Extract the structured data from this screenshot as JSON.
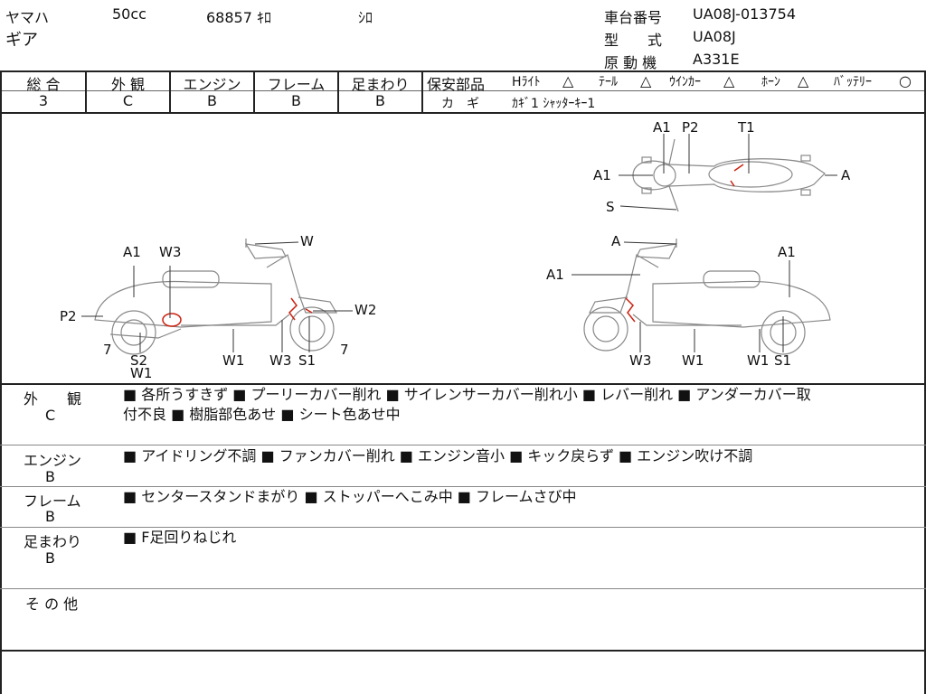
{
  "header": {
    "maker": "ヤマハ",
    "model": "ギア",
    "cc": "50cc",
    "mileage": "68857 ｷﾛ",
    "color": "ｼﾛ",
    "frame_no_label": "車台番号",
    "frame_no": "UA08J-013754",
    "type_label": "型　　式",
    "type_value": "UA08J",
    "engine_label": "原 動 機",
    "engine_value": "A331E"
  },
  "grades": {
    "overall_label": "総 合",
    "overall": "3",
    "exterior_label": "外 観",
    "exterior": "C",
    "engine_label": "エンジン",
    "engine": "B",
    "frame_label": "フレーム",
    "frame": "B",
    "suspension_label": "足まわり",
    "suspension": "B"
  },
  "safety": {
    "label": "保安部品",
    "headlight_label": "Hﾗｲﾄ",
    "headlight": "△",
    "tail_label": "ﾃｰﾙ",
    "tail": "△",
    "winker_label": "ｳｲﾝｶｰ",
    "winker": "△",
    "horn_label": "ﾎｰﾝ",
    "horn": "△",
    "battery_label": "ﾊﾞｯﾃﾘｰ",
    "battery": "○"
  },
  "keys": {
    "label": "カ　ギ",
    "value": "ｶｷﾞ1 ｼｬｯﾀｰｷｰ1"
  },
  "diagram_labels": {
    "left": [
      "A1",
      "W3",
      "W",
      "P2",
      "W2",
      "7",
      "S2",
      "W1",
      "W1",
      "W3",
      "S1",
      "7"
    ],
    "right": [
      "A",
      "A1",
      "A1",
      "W3",
      "W1",
      "W1",
      "S1"
    ],
    "top": [
      "A1",
      "P2",
      "T1",
      "A1",
      "A",
      "S"
    ]
  },
  "notes": {
    "exterior_label": "外　　観",
    "exterior_grade": "C",
    "exterior_line1": "■ 各所うすきず ■ プーリーカバー削れ ■ サイレンサーカバー削れ小 ■ レバー削れ ■ アンダーカバー取",
    "exterior_line2": "付不良 ■ 樹脂部色あせ ■ シート色あせ中",
    "engine_label": "エンジン",
    "engine_grade": "B",
    "engine_text": "■ アイドリング不調 ■ ファンカバー削れ ■ エンジン音小 ■ キック戻らず ■ エンジン吹け不調",
    "frame_label": "フレーム",
    "frame_grade": "B",
    "frame_text": "■ センタースタンドまがり ■ ストッパーへこみ中 ■ フレームさび中",
    "suspension_label": "足まわり",
    "suspension_grade": "B",
    "suspension_text": "■ F足回りねじれ",
    "other_label": "そ の 他"
  }
}
